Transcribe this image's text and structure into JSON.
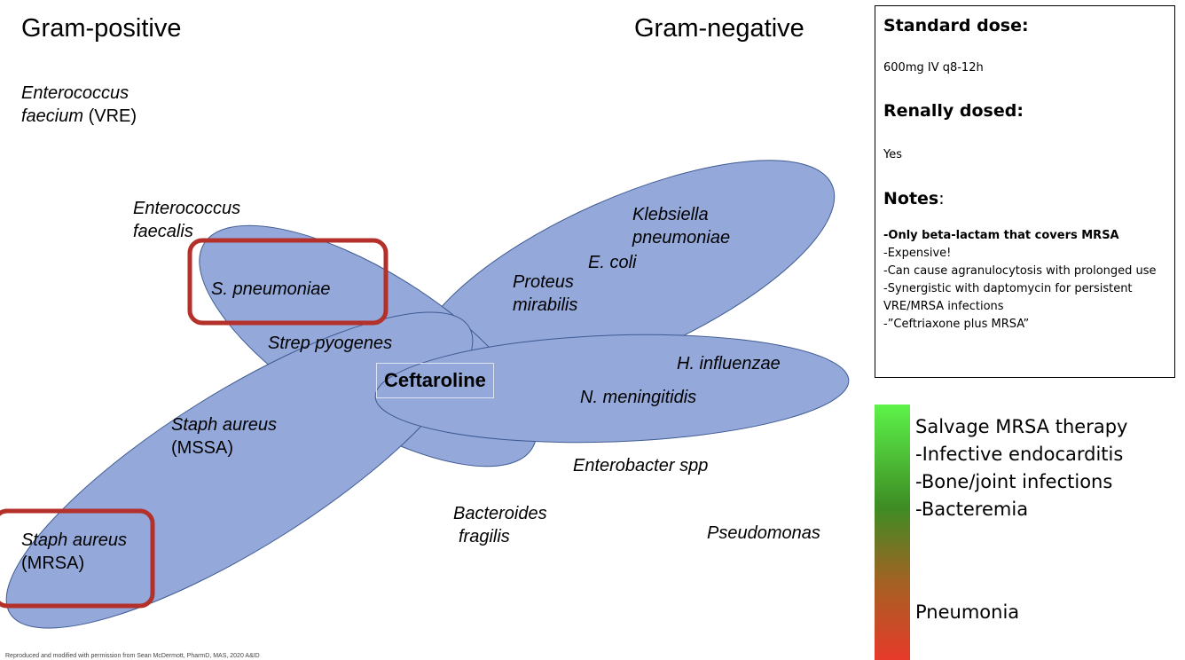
{
  "headers": {
    "gram_positive": "Gram-positive",
    "gram_negative": "Gram-negative"
  },
  "center_drug": "Ceftaroline",
  "organisms": {
    "e_faecium_line1": "Enterococcus",
    "e_faecium_line2_italic": "faecium",
    "e_faecium_line2_plain": "(VRE)",
    "e_faecalis_line1": "Enterococcus",
    "e_faecalis_line2": "faecalis",
    "s_pneumoniae": "S. pneumoniae",
    "strep_pyogenes": "Strep pyogenes",
    "mssa_line1": "Staph aureus",
    "mssa_line2": "(MSSA)",
    "mrsa_line1": "Staph aureus",
    "mrsa_line2": "(MRSA)",
    "klebsiella_line1": "Klebsiella",
    "klebsiella_line2": "pneumoniae",
    "e_coli": "E. coli",
    "proteus_line1": "Proteus",
    "proteus_line2": "mirabilis",
    "h_influenzae": "H. influenzae",
    "n_meningitidis": "N. meningitidis",
    "enterobacter": "Enterobacter spp",
    "bacteroides_line1": "Bacteroides",
    "bacteroides_line2": "fragilis",
    "pseudomonas": "Pseudomonas"
  },
  "info": {
    "standard_dose_heading": "Standard dose:",
    "standard_dose": "600mg IV q8-12h",
    "renal_heading": "Renally dosed:",
    "renal": "Yes",
    "notes_heading": "Notes",
    "notes_colon": ":",
    "note_bold": "-Only beta-lactam that covers MRSA",
    "notes": [
      "-Expensive!",
      "-Can cause agranulocytosis with prolonged use",
      "-Synergistic with daptomycin for persistent VRE/MRSA infections",
      "-”Ceftriaxone plus MRSA”"
    ]
  },
  "uses": {
    "items": [
      "Salvage MRSA therapy",
      "-Infective endocarditis",
      "-Bone/joint infections",
      "-Bacteremia"
    ],
    "bottom": "Pneumonia"
  },
  "footer": "Reproduced and modified with permission from Sean McDermott, PharmD, MAS, 2020 A&ID"
}
